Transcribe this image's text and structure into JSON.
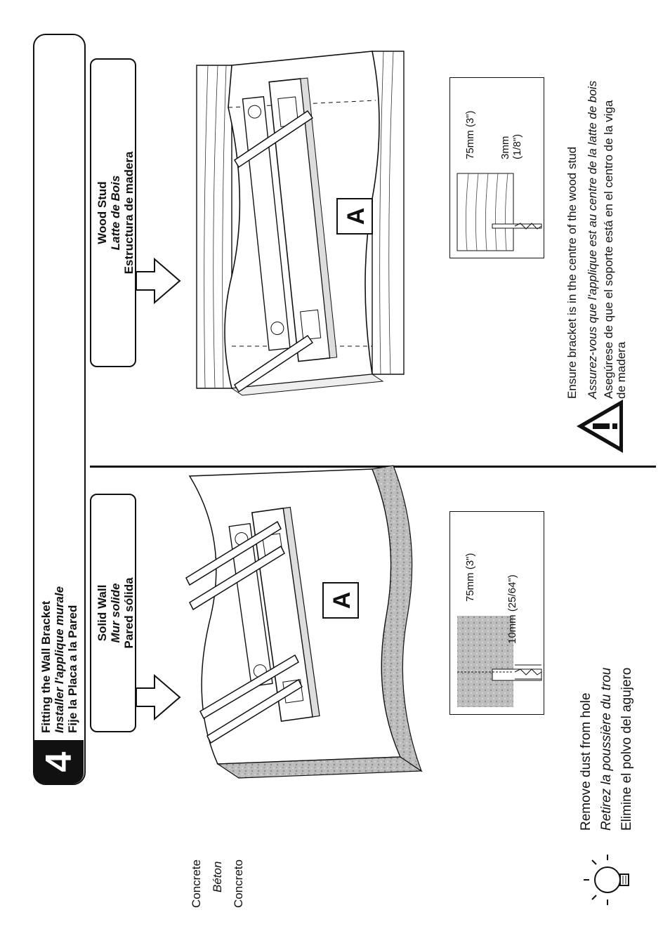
{
  "step": {
    "number": "4",
    "title_en": "Fitting the Wall Bracket",
    "title_fr": "Installer l'applique murale",
    "title_es": "Fije la Placa a la Pared"
  },
  "solid_wall": {
    "label_en": "Solid Wall",
    "label_fr": "Mur solide",
    "label_es": "Pared sólida",
    "material_en": "Concrete",
    "material_fr": "Béton",
    "material_es": "Concreto",
    "bracket_label": "A",
    "drill_diameter": "10mm (25/64\")",
    "drill_depth": "75mm (3\")",
    "tip_en": "Remove dust from hole",
    "tip_fr": "Retirez la poussière du trou",
    "tip_es": "Elimine el polvo del agujero"
  },
  "wood_stud": {
    "label_en": "Wood Stud",
    "label_fr": "Latte de Bois",
    "label_es": "Estructura de madera",
    "bracket_label": "A",
    "drill_diameter_mm": "3mm",
    "drill_diameter_in": "(1/8\")",
    "drill_depth": "75mm (3\")",
    "warning_en": "Ensure bracket is in the centre of the wood stud",
    "warning_fr": "Assurez-vous que l'applique est au centre de la latte de bois",
    "warning_es_line1": "Asegúrese de que el soporte está en el centro de la viga",
    "warning_es_line2": "de madera",
    "warning_icon": "warning-triangle-icon"
  },
  "tip_icon": "lightbulb-icon",
  "colors": {
    "ink": "#111111",
    "concrete": "#b9b9b9",
    "wood": "#ffffff"
  }
}
